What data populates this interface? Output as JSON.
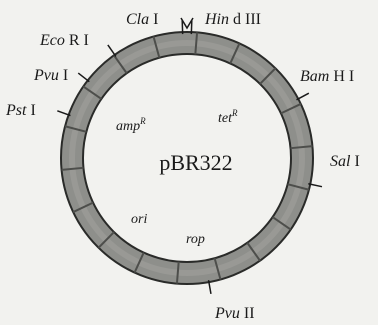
{
  "plasmid": {
    "name": "pBR322",
    "ring_fill": "#8e8f8b",
    "ring_dark": "#4d4e4b",
    "ring_stroke": "#2a2b29",
    "segment_count": 18
  },
  "sites": {
    "cla": {
      "italic": "Cla",
      "roman": " I"
    },
    "hind": {
      "italic": "Hin",
      "roman": " d III"
    },
    "eco": {
      "italic": "Eco",
      "roman": " R I"
    },
    "bam": {
      "italic": "Bam",
      "roman": " H I"
    },
    "pvu1": {
      "italic": "Pvu",
      "roman": " I"
    },
    "pst": {
      "italic": "Pst",
      "roman": " I"
    },
    "sal": {
      "italic": "Sal",
      "roman": " I"
    },
    "pvu2": {
      "italic": "Pvu",
      "roman": " II"
    }
  },
  "features": {
    "amp": {
      "text": "amp",
      "sup": "R"
    },
    "tet": {
      "text": "tet",
      "sup": "R"
    },
    "ori": {
      "text": "ori"
    },
    "rop": {
      "text": "rop"
    }
  }
}
